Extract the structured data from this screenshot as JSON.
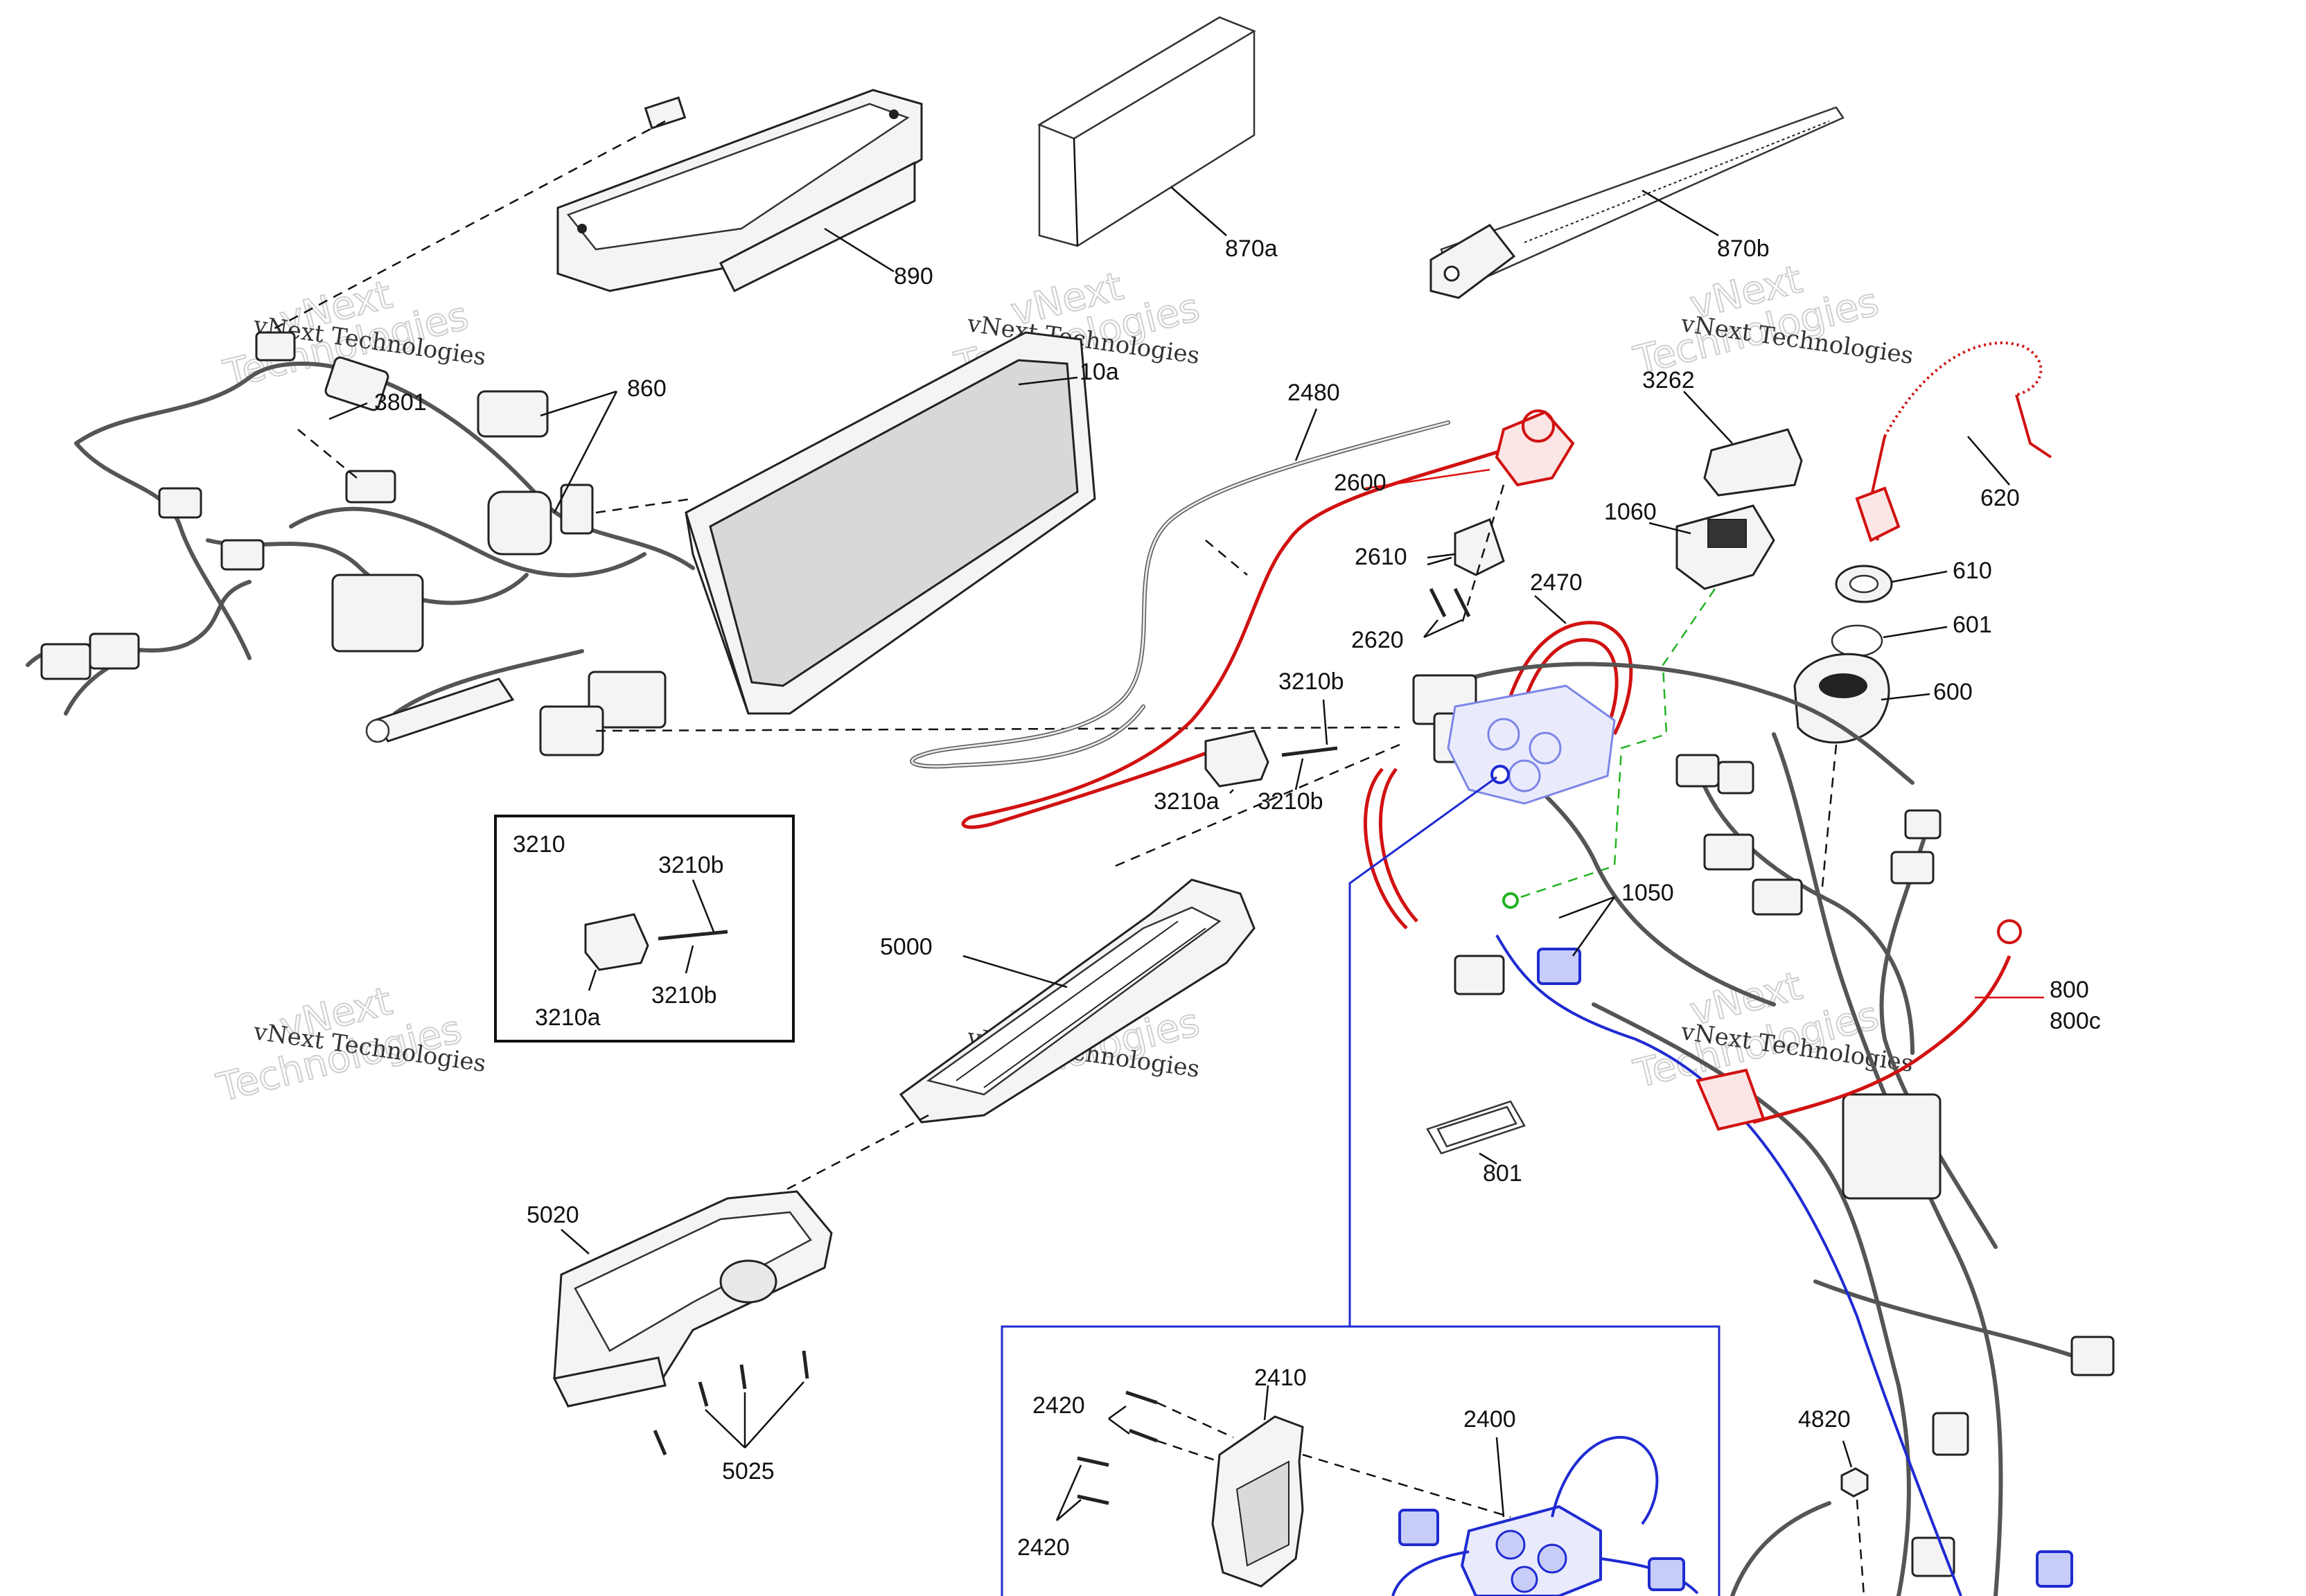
{
  "watermark": {
    "line1": "vNext Technologies",
    "line2_top": "vNext",
    "line2_bottom": "Technologies"
  },
  "labels": {
    "p890": "890",
    "p870a": "870a",
    "p870b": "870b",
    "p3801": "3801",
    "p860": "860",
    "p10a": "10a",
    "p2480": "2480",
    "p3262": "3262",
    "p620": "620",
    "p2600": "2600",
    "p1060": "1060",
    "p2610": "2610",
    "p610": "610",
    "p2470": "2470",
    "p601": "601",
    "p2620": "2620",
    "p600": "600",
    "p3210b_top": "3210b",
    "p3210a": "3210a",
    "p3210b_bottom": "3210b",
    "p1050": "1050",
    "p5000": "5000",
    "p800": "800",
    "p800c": "800c",
    "p801": "801",
    "p5020": "5020",
    "p5025": "5025",
    "p4820": "4820",
    "p2410": "2410",
    "p2420_top": "2420",
    "p2400": "2400",
    "p2420_bottom": "2420"
  },
  "inset_3210": {
    "title": "3210",
    "label_3210b_top": "3210b",
    "label_3210a": "3210a",
    "label_3210b_bottom": "3210b"
  },
  "colors": {
    "red_wire": "#d11111",
    "blue_wire": "#1f2bd1",
    "green_link": "#22b322",
    "line_art": "#222222"
  }
}
